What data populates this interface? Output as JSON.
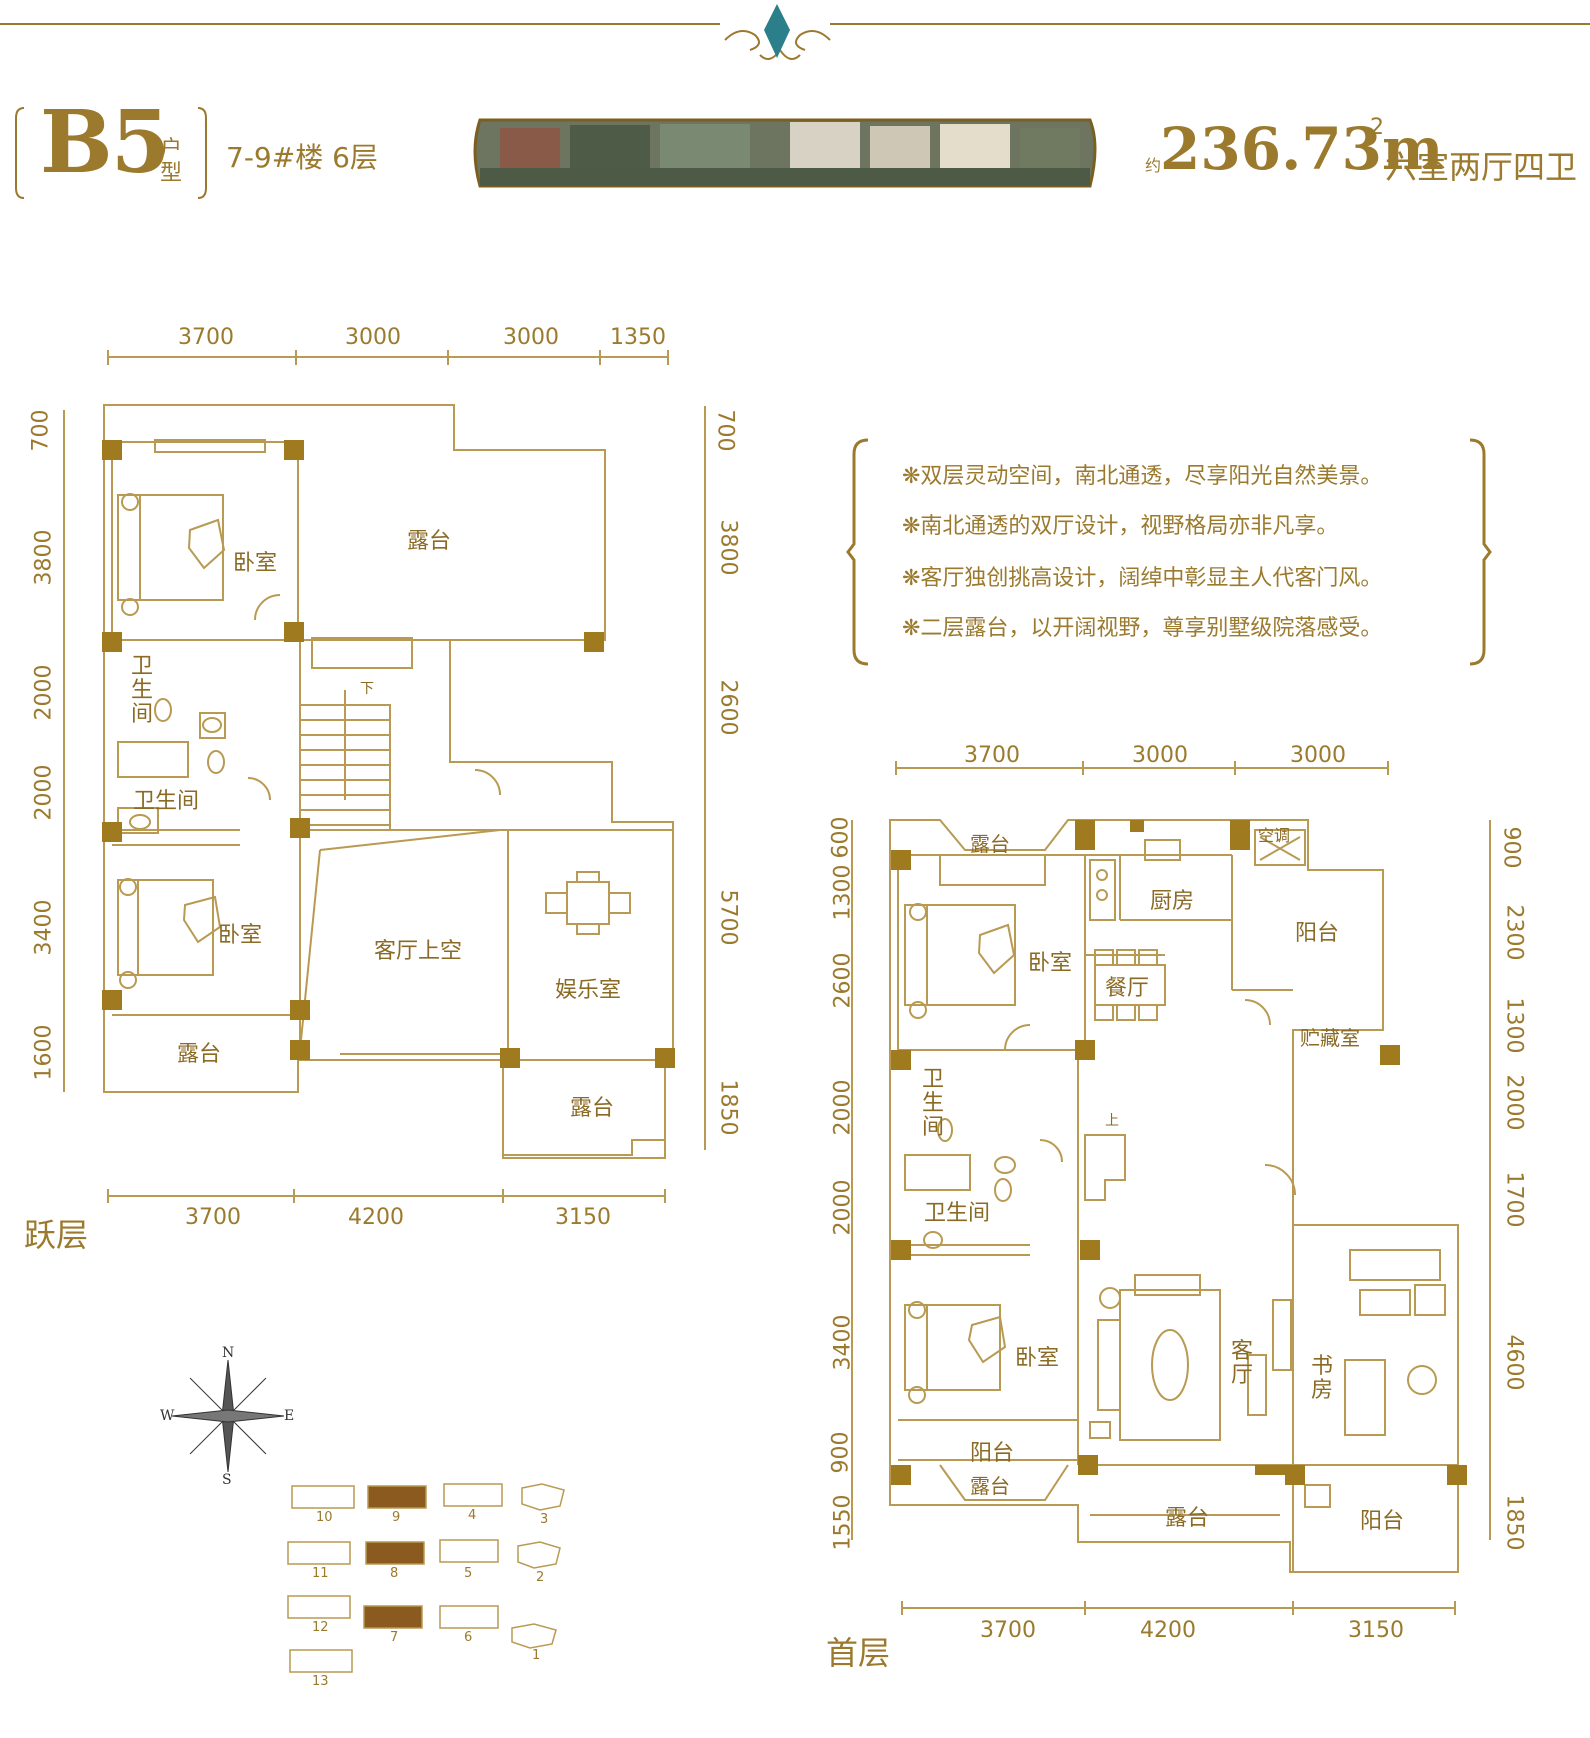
{
  "header": {
    "unit_type": "B5",
    "unit_suffix": "户型",
    "building_floor": "7-9#楼 6层",
    "area_prefix": "约",
    "area_value": "236.73m",
    "area_superscript": "2",
    "layout": "六室两厅四卫"
  },
  "features": [
    "❋双层灵动空间，南北通透，尽享阳光自然美景。",
    "❋南北通透的双厅设计，视野格局亦非凡享。",
    "❋客厅独创挑高设计，阔绰中彰显主人代客门风。",
    "❋二层露台，以开阔视野，尊享别墅级院落感受。"
  ],
  "upper_floor": {
    "label": "跃层",
    "top_dims": [
      "3700",
      "3000",
      "3000",
      "1350"
    ],
    "bottom_dims": [
      "3700",
      "4200",
      "3150"
    ],
    "left_dims": [
      "700",
      "3800",
      "2000",
      "2000",
      "3400",
      "1600"
    ],
    "right_dims": [
      "700",
      "3800",
      "2600",
      "5700",
      "1850"
    ],
    "rooms": {
      "bedroom1": "卧室",
      "terrace_top": "露台",
      "bath1": "卫生间",
      "bath2": "卫生间",
      "bedroom2": "卧室",
      "living_void": "客厅上空",
      "entertainment": "娱乐室",
      "terrace_bl": "露台",
      "terrace_br": "露台",
      "stair_down": "下"
    }
  },
  "ground_floor": {
    "label": "首层",
    "top_dims": [
      "3700",
      "3000",
      "3000"
    ],
    "bottom_dims": [
      "3700",
      "4200",
      "3150"
    ],
    "left_dims": [
      "600",
      "1300",
      "2600",
      "2000",
      "2000",
      "3400",
      "900",
      "1550"
    ],
    "right_dims": [
      "900",
      "2300",
      "1300",
      "2000",
      "1700",
      "4600",
      "1850"
    ],
    "rooms": {
      "terrace_top": "露台",
      "ac": "空调",
      "kitchen": "厨房",
      "balcony_tr": "阳台",
      "bedroom1": "卧室",
      "dining": "餐厅",
      "storage": "贮藏室",
      "bath1": "卫生间",
      "bath2": "卫生间",
      "stair_up": "上",
      "bedroom2": "卧室",
      "living": "客厅",
      "study": "书房",
      "balcony_bl": "阳台",
      "terrace_bl": "露台",
      "terrace_bm": "露台",
      "balcony_br": "阳台"
    }
  },
  "compass": {
    "n": "N",
    "s": "S",
    "e": "E",
    "w": "W"
  },
  "site_plan": {
    "buildings": [
      "10",
      "9",
      "4",
      "3",
      "11",
      "8",
      "5",
      "2",
      "12",
      "7",
      "6",
      "1",
      "13"
    ],
    "highlighted": [
      "9",
      "8",
      "7"
    ]
  },
  "colors": {
    "gold": "#9b7a2e",
    "wall": "#b89a52",
    "column": "#a07a1e",
    "teal": "#2b7f8a"
  }
}
